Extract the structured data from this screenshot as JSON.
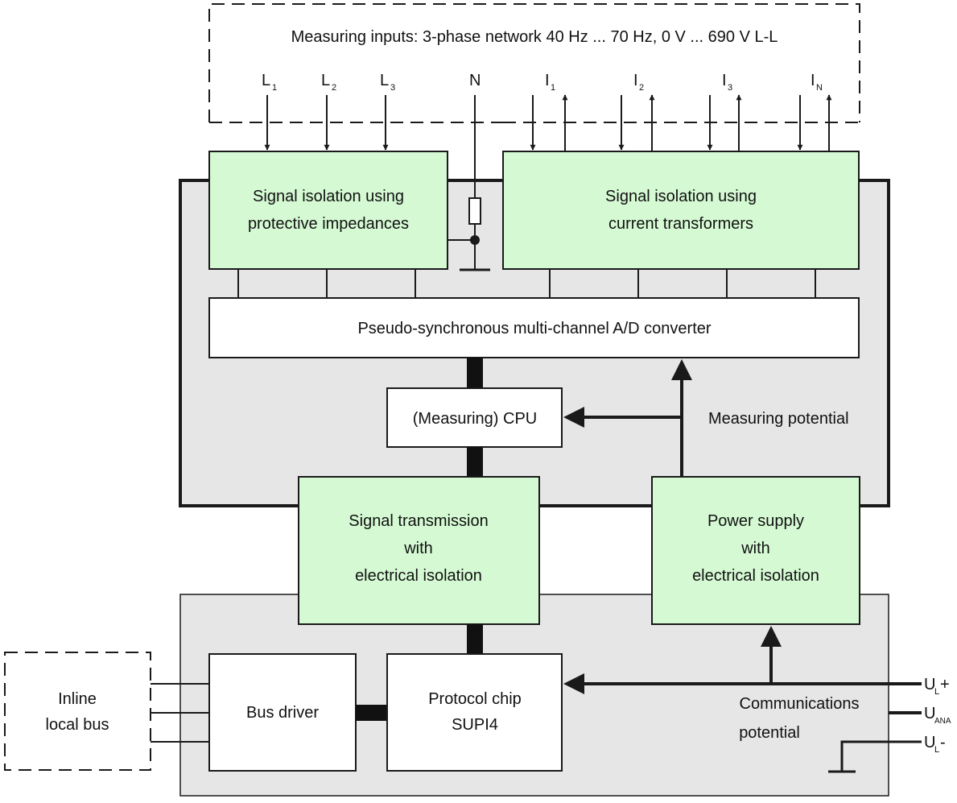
{
  "measuring_inputs": {
    "title": "Measuring inputs: 3-phase network 40 Hz ... 70 Hz, 0 V ... 690 V L-L",
    "voltage_labels": [
      {
        "main": "L",
        "sub": "1"
      },
      {
        "main": "L",
        "sub": "2"
      },
      {
        "main": "L",
        "sub": "3"
      },
      {
        "main": "N",
        "sub": ""
      }
    ],
    "current_labels": [
      {
        "main": "I",
        "sub": "1"
      },
      {
        "main": "I",
        "sub": "2"
      },
      {
        "main": "I",
        "sub": "3"
      },
      {
        "main": "I",
        "sub": "N"
      }
    ]
  },
  "blocks": {
    "impedance_isolation": [
      "Signal isolation using",
      "protective impedances"
    ],
    "ct_isolation": [
      "Signal isolation using",
      "current transformers"
    ],
    "adc": "Pseudo-synchronous multi-channel A/D converter",
    "cpu": "(Measuring) CPU",
    "signal_transmission": [
      "Signal transmission",
      "with",
      "electrical isolation"
    ],
    "power_supply": [
      "Power supply",
      "with",
      "electrical isolation"
    ],
    "bus_driver": "Bus driver",
    "protocol_chip": [
      "Protocol chip",
      "SUPI4"
    ],
    "local_bus": [
      "Inline",
      "local bus"
    ]
  },
  "zones": {
    "measuring_potential": "Measuring potential",
    "communications_potential": [
      "Communications",
      "potential"
    ]
  },
  "supply_terminals": [
    {
      "main": "U",
      "sub": "L",
      "suffix": "+"
    },
    {
      "main": "U",
      "sub": "ANA",
      "suffix": ""
    },
    {
      "main": "U",
      "sub": "L",
      "suffix": "-"
    }
  ],
  "colors": {
    "isolation_fill": "#d5fad3",
    "zone_fill": "#e6e6e6",
    "block_fill": "#ffffff",
    "stroke": "#1a1a1a"
  }
}
